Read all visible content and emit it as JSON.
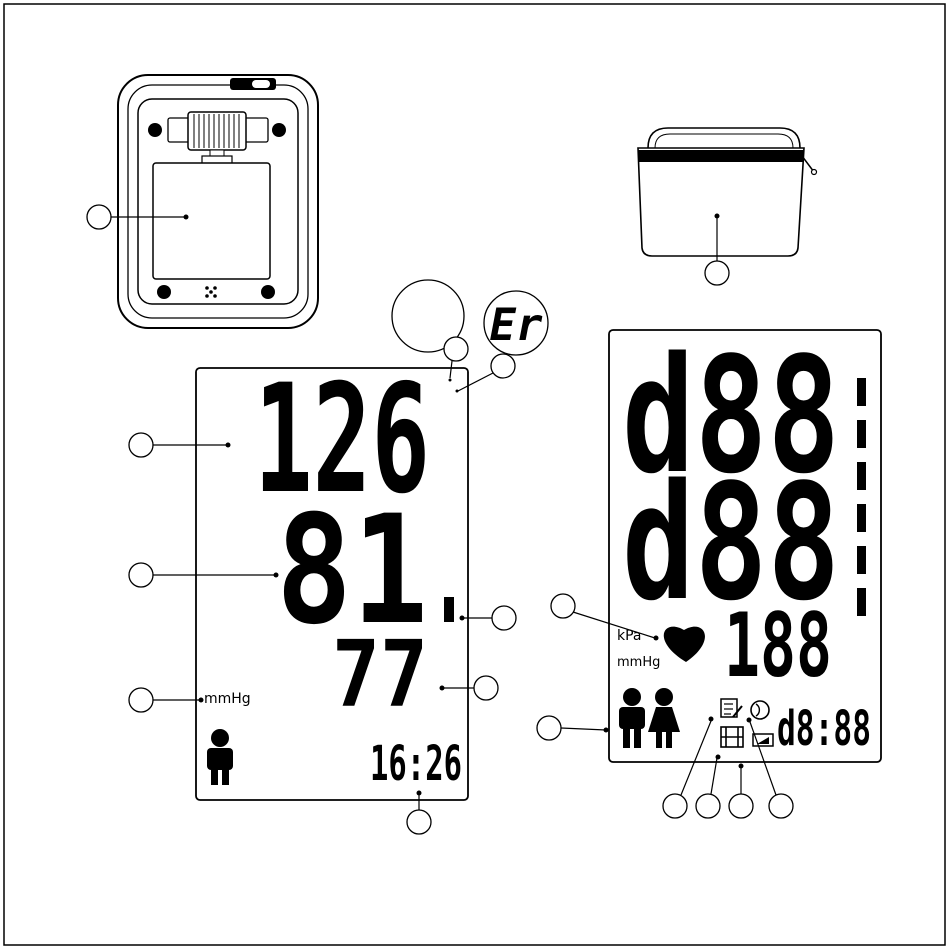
{
  "left_display": {
    "systolic": "126",
    "diastolic": "81",
    "decimal": ".",
    "pulse": "77",
    "unit": "mmHg",
    "time": "16:26",
    "error_bubble": "Er"
  },
  "right_display": {
    "upper_digits": "d88",
    "lower_digits": "d88",
    "pulse_digits": "188",
    "unit_kpa": "kPa",
    "unit_mmhg": "mmHg",
    "clock_digits": "d8:88"
  },
  "icons": {
    "heart": "heart-icon",
    "person_single": "person-icon",
    "person_pair": "two-person-icon",
    "memory": "memory-notepad-icon",
    "cuff": "cuff-icon",
    "circle": "irregular-heartbeat-icon",
    "battery": "battery-icon"
  },
  "colors": {
    "ink": "#000000",
    "paper": "#ffffff"
  }
}
